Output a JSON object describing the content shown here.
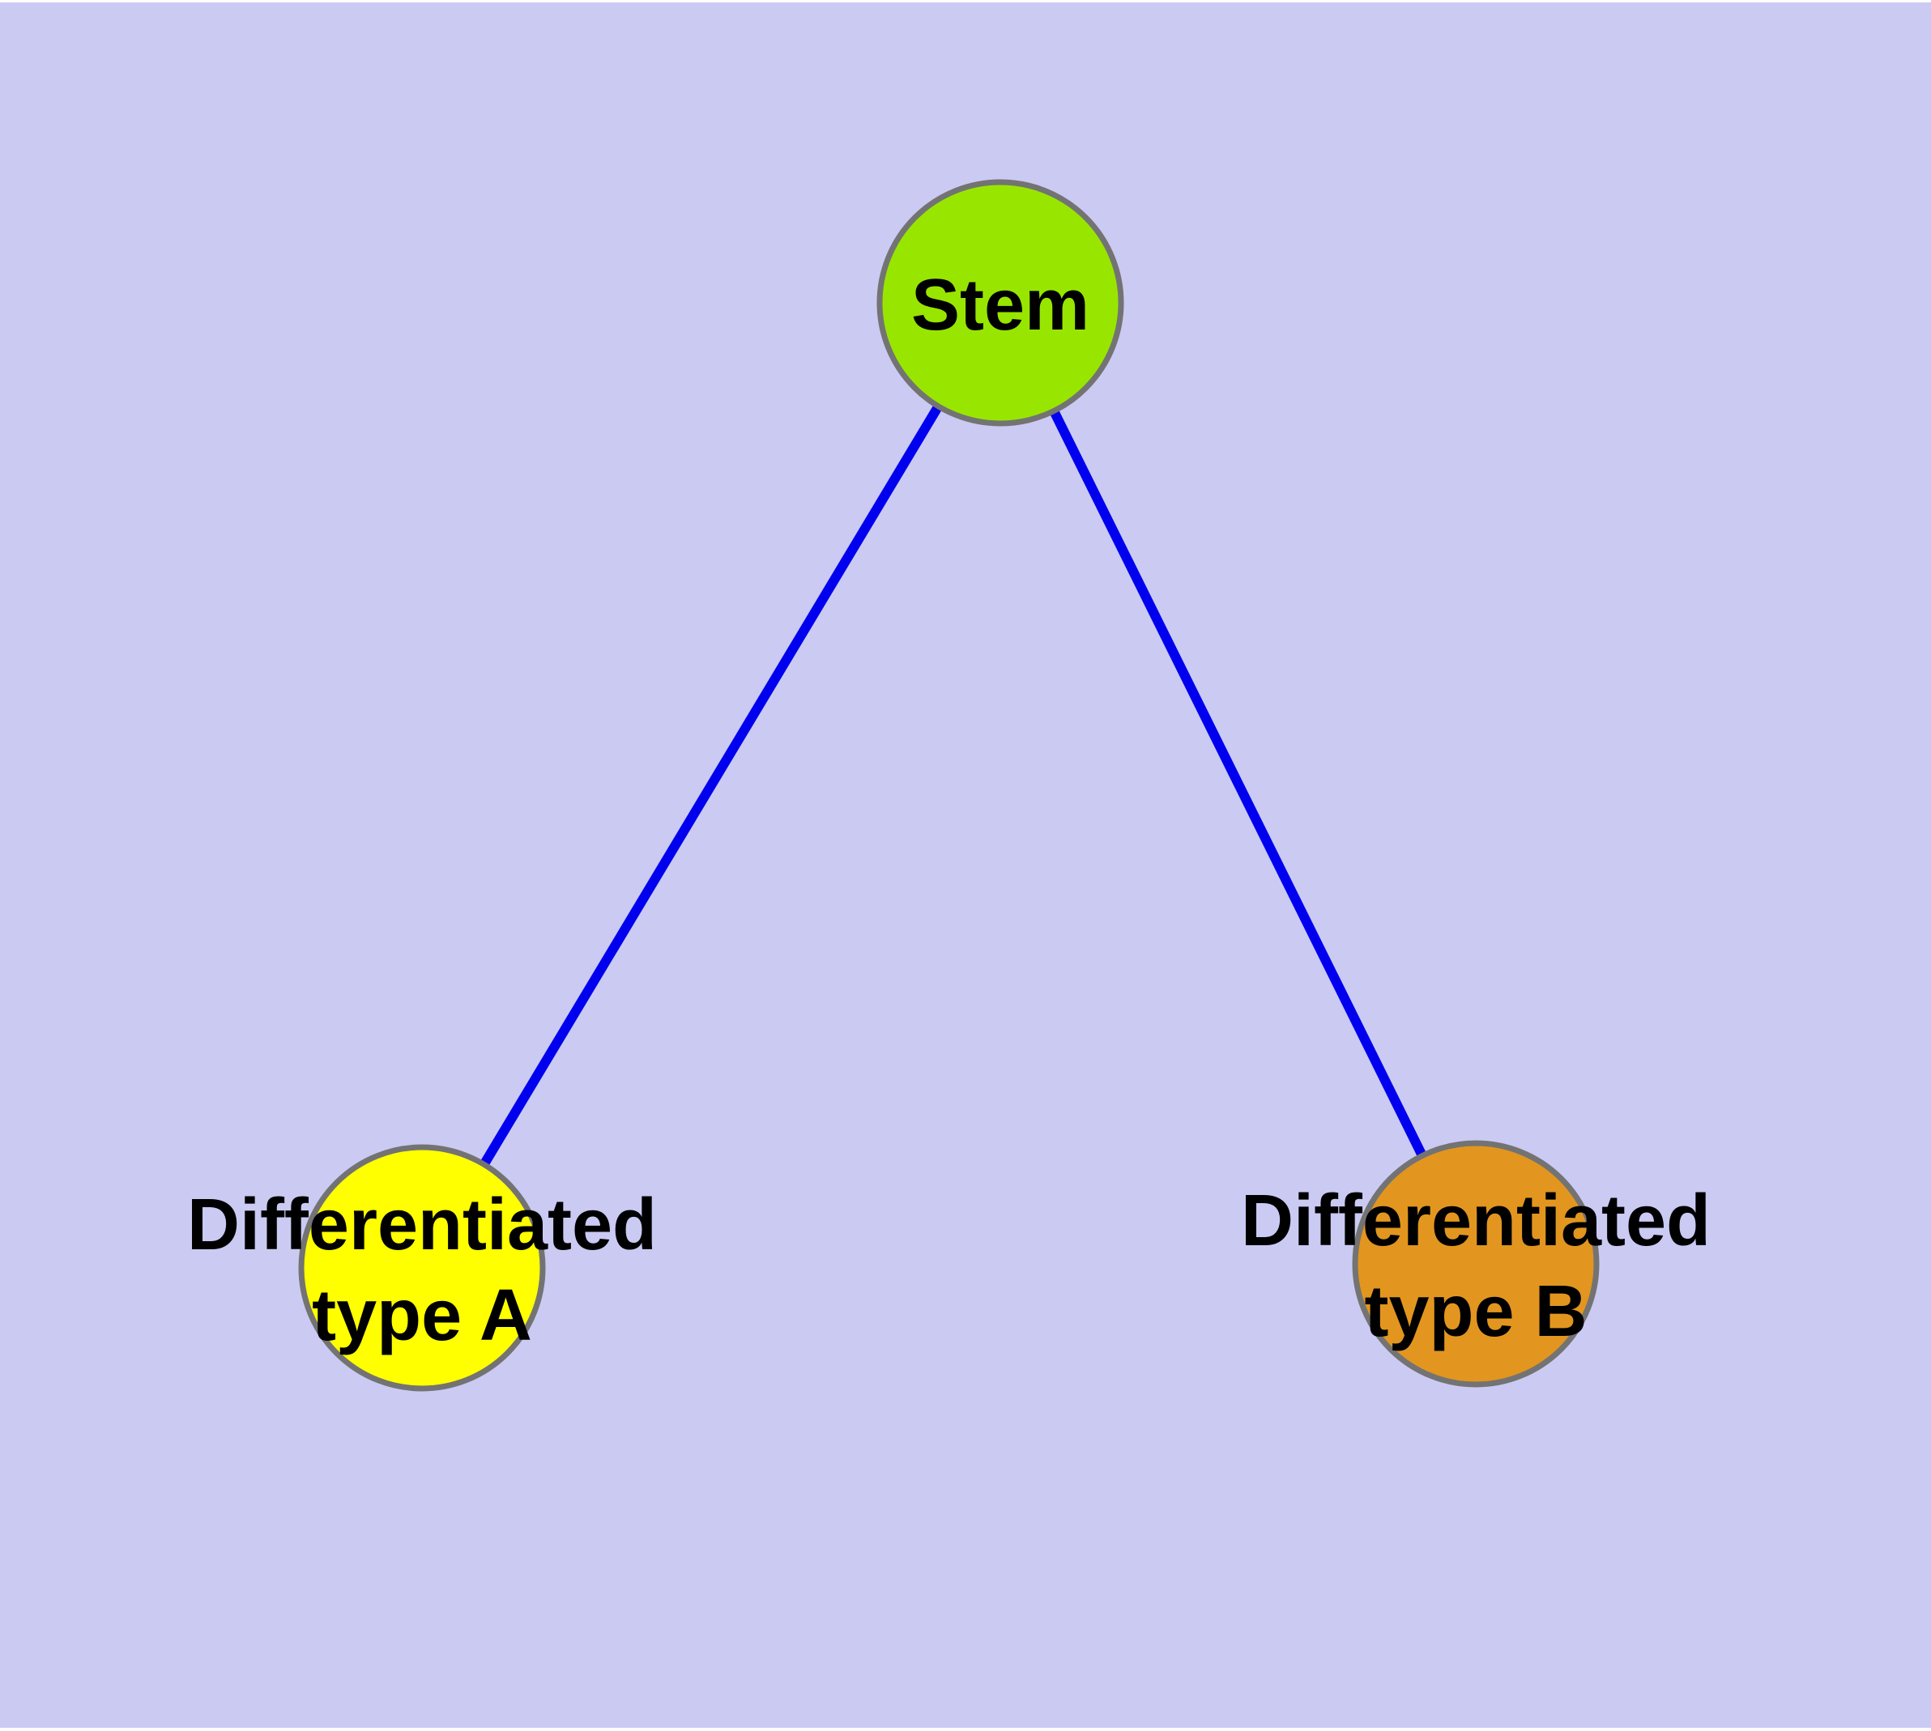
{
  "diagram": {
    "type": "node-link-graph",
    "background_color": "#CACAF3",
    "page_margin_color": "#FFFFFF",
    "text_color": "#000000",
    "node_border_color": "#737373",
    "edge_color": "#0000EE",
    "nodes": [
      {
        "id": "stem",
        "label": "Stem",
        "lines": [
          "Stem"
        ],
        "fill": "#98E600"
      },
      {
        "id": "diff-a",
        "label": "Differentiated type A",
        "lines": [
          "Differentiated",
          "type A"
        ],
        "fill": "#FFFF00"
      },
      {
        "id": "diff-b",
        "label": "Differentiated type B",
        "lines": [
          "Differentiated",
          "type B"
        ],
        "fill": "#E2961F"
      }
    ],
    "edges": [
      {
        "from": "Stem",
        "to": "Differentiated type A"
      },
      {
        "from": "Stem",
        "to": "Differentiated type B"
      }
    ]
  }
}
